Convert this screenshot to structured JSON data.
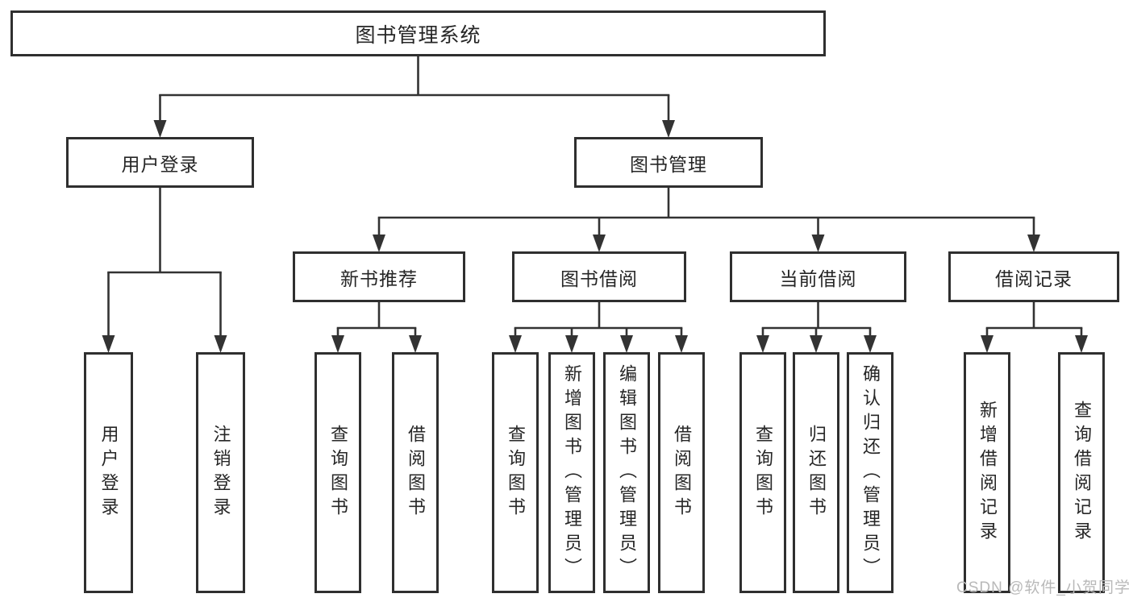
{
  "diagram": {
    "title": "图书管理系统",
    "nodes": [
      {
        "id": "root",
        "label": "图书管理系统",
        "parent": null,
        "level": "root"
      },
      {
        "id": "user-login",
        "label": "用户登录",
        "parent": "root",
        "level": "branch"
      },
      {
        "id": "book-mgmt",
        "label": "图书管理",
        "parent": "root",
        "level": "branch"
      },
      {
        "id": "new-book-rec",
        "label": "新书推荐",
        "parent": "book-mgmt",
        "level": "branch"
      },
      {
        "id": "book-borrow",
        "label": "图书借阅",
        "parent": "book-mgmt",
        "level": "branch"
      },
      {
        "id": "current-borrow",
        "label": "当前借阅",
        "parent": "book-mgmt",
        "level": "branch"
      },
      {
        "id": "borrow-records",
        "label": "借阅记录",
        "parent": "book-mgmt",
        "level": "branch"
      },
      {
        "id": "leaf-user-login",
        "label": "用户登录",
        "parent": "user-login",
        "level": "leaf"
      },
      {
        "id": "leaf-logout",
        "label": "注销登录",
        "parent": "user-login",
        "level": "leaf"
      },
      {
        "id": "leaf-nb-query",
        "label": "查询图书",
        "parent": "new-book-rec",
        "level": "leaf"
      },
      {
        "id": "leaf-nb-borrow",
        "label": "借阅图书",
        "parent": "new-book-rec",
        "level": "leaf"
      },
      {
        "id": "leaf-bb-query",
        "label": "查询图书",
        "parent": "book-borrow",
        "level": "leaf"
      },
      {
        "id": "leaf-bb-add",
        "label": "新增图书（管理员）",
        "parent": "book-borrow",
        "level": "leaf"
      },
      {
        "id": "leaf-bb-edit",
        "label": "编辑图书（管理员）",
        "parent": "book-borrow",
        "level": "leaf"
      },
      {
        "id": "leaf-bb-borrow",
        "label": "借阅图书",
        "parent": "book-borrow",
        "level": "leaf"
      },
      {
        "id": "leaf-cb-query",
        "label": "查询图书",
        "parent": "current-borrow",
        "level": "leaf"
      },
      {
        "id": "leaf-cb-return",
        "label": "归还图书",
        "parent": "current-borrow",
        "level": "leaf"
      },
      {
        "id": "leaf-cb-confirm",
        "label": "确认归还（管理员）",
        "parent": "current-borrow",
        "level": "leaf"
      },
      {
        "id": "leaf-br-add",
        "label": "新增借阅记录",
        "parent": "borrow-records",
        "level": "leaf"
      },
      {
        "id": "leaf-br-query",
        "label": "查询借阅记录",
        "parent": "borrow-records",
        "level": "leaf"
      }
    ]
  },
  "colors": {
    "line": "#333333",
    "box_border": "#2f2f2f",
    "box_background": "#ffffff",
    "text": "#262626",
    "watermark": "#b9b9b9"
  },
  "watermark": {
    "text": "CSDN @软件_小贺同学"
  }
}
